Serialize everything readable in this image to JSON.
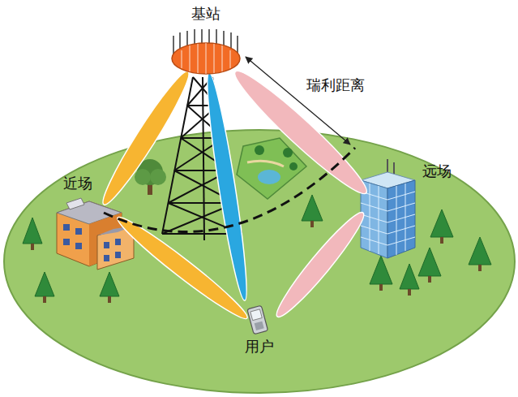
{
  "diagram": {
    "labels": [
      "基站",
      "瑞利距离",
      "近场",
      "远场",
      "用户"
    ]
  }
}
